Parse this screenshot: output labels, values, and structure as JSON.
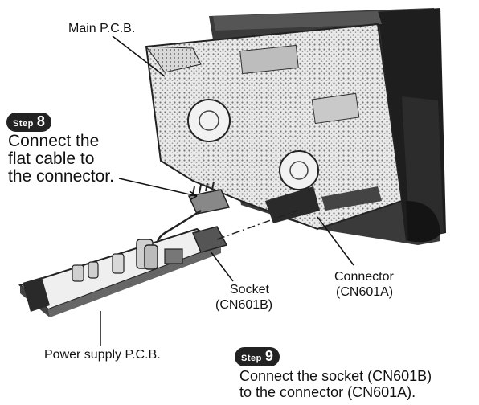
{
  "labels": {
    "main_pcb": "Main P.C.B.",
    "power_pcb": "Power supply P.C.B.",
    "socket": "Socket",
    "socket_id": "(CN601B)",
    "connector": "Connector",
    "connector_id": "(CN601A)"
  },
  "steps": [
    {
      "word": "Step",
      "number": "8",
      "lines": [
        "Connect the",
        "flat cable to",
        "the connector."
      ]
    },
    {
      "word": "Step",
      "number": "9",
      "lines": [
        "Connect the socket (CN601B)",
        "to the connector (CN601A)."
      ]
    }
  ]
}
